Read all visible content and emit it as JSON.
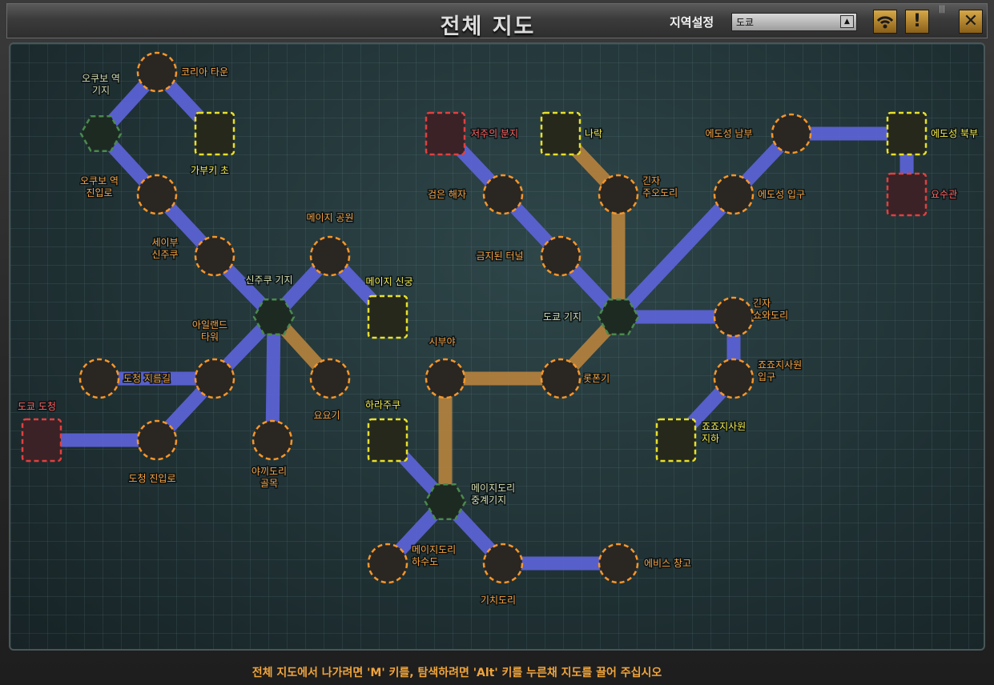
{
  "window": {
    "title": "전체 지도"
  },
  "region": {
    "label": "지역설정",
    "value": "도쿄"
  },
  "controls": {
    "signal": "signal-icon",
    "alert": "!",
    "close": "✕"
  },
  "footer": {
    "hint": "전체 지도에서 나가려면 'M' 키를, 탐색하려면 'Alt' 키를 누른채 지도를 끌어 주십시오"
  },
  "colors": {
    "orange_node": "#f5962a",
    "green_node": "#4a8a4e",
    "yellow_node": "#e8e02a",
    "red_node": "#e04040",
    "path_blue": "#5c63d8",
    "path_orange": "#b4823e"
  },
  "nodes": [
    {
      "id": "korea",
      "label": "코리아 타운",
      "type": "circle",
      "color": "orange"
    },
    {
      "id": "okubo_base",
      "label": "오쿠보 역\n기지",
      "type": "hex",
      "color": "green"
    },
    {
      "id": "kabuki",
      "label": "가부키 초",
      "type": "square",
      "color": "yellow"
    },
    {
      "id": "okubo_entry",
      "label": "오쿠보 역\n진입로",
      "type": "circle",
      "color": "orange"
    },
    {
      "id": "seibu",
      "label": "세이부\n신주쿠",
      "type": "circle",
      "color": "orange"
    },
    {
      "id": "meiji_park",
      "label": "메이지 공원",
      "type": "circle",
      "color": "orange"
    },
    {
      "id": "shinjuku_base",
      "label": "신주쿠 기지",
      "type": "hex",
      "color": "green"
    },
    {
      "id": "meiji_shrine",
      "label": "메이지 신궁",
      "type": "square",
      "color": "yellow"
    },
    {
      "id": "ireland",
      "label": "아일랜드\n타워",
      "type": "circle",
      "color": "orange"
    },
    {
      "id": "tocho_short",
      "label": "도청 지름길",
      "type": "circle",
      "color": "orange"
    },
    {
      "id": "yoyogi",
      "label": "요요기",
      "type": "circle",
      "color": "orange"
    },
    {
      "id": "tokyo_tocho",
      "label": "도쿄 도청",
      "type": "square",
      "color": "red"
    },
    {
      "id": "tocho_entry",
      "label": "도청 진입로",
      "type": "circle",
      "color": "orange"
    },
    {
      "id": "yakki",
      "label": "야끼도리\n골목",
      "type": "circle",
      "color": "orange"
    },
    {
      "id": "cursed",
      "label": "저주의 분지",
      "type": "square",
      "color": "red"
    },
    {
      "id": "naraku",
      "label": "나락",
      "type": "square",
      "color": "yellow"
    },
    {
      "id": "black_sea",
      "label": "검은 해자",
      "type": "circle",
      "color": "orange"
    },
    {
      "id": "ginza_chuo",
      "label": "긴자\n주오도리",
      "type": "circle",
      "color": "orange"
    },
    {
      "id": "edo_south",
      "label": "에도성 남부",
      "type": "circle",
      "color": "orange"
    },
    {
      "id": "edo_north",
      "label": "에도성 북부",
      "type": "square",
      "color": "yellow"
    },
    {
      "id": "edo_entry",
      "label": "에도성 입구",
      "type": "circle",
      "color": "orange"
    },
    {
      "id": "yosukan",
      "label": "요수관",
      "type": "square",
      "color": "red"
    },
    {
      "id": "forbidden",
      "label": "금지된 터널",
      "type": "circle",
      "color": "orange"
    },
    {
      "id": "tokyo_base",
      "label": "도쿄 기지",
      "type": "hex",
      "color": "green"
    },
    {
      "id": "ginza_showa",
      "label": "긴자\n쇼와도리",
      "type": "circle",
      "color": "orange"
    },
    {
      "id": "shibuya",
      "label": "시부야",
      "type": "circle",
      "color": "orange"
    },
    {
      "id": "roppongi",
      "label": "롯폰기",
      "type": "circle",
      "color": "orange"
    },
    {
      "id": "jojo_entry",
      "label": "죠죠지사원\n입구",
      "type": "circle",
      "color": "orange"
    },
    {
      "id": "harajuku",
      "label": "하라주쿠",
      "type": "square",
      "color": "yellow"
    },
    {
      "id": "jojo_under",
      "label": "죠죠지사원\n지하",
      "type": "square",
      "color": "yellow"
    },
    {
      "id": "meiji_relay",
      "label": "메이지도리\n중계기지",
      "type": "hex",
      "color": "green"
    },
    {
      "id": "meiji_sewer",
      "label": "메이지도리\n하수도",
      "type": "circle",
      "color": "orange"
    },
    {
      "id": "kichi",
      "label": "기치도리",
      "type": "circle",
      "color": "orange"
    },
    {
      "id": "ebisu",
      "label": "에비스 창고",
      "type": "circle",
      "color": "orange"
    }
  ],
  "links": [
    {
      "a": "korea",
      "b": "okubo_base",
      "kind": "blue"
    },
    {
      "a": "korea",
      "b": "kabuki",
      "kind": "blue"
    },
    {
      "a": "okubo_base",
      "b": "okubo_entry",
      "kind": "blue"
    },
    {
      "a": "okubo_entry",
      "b": "seibu",
      "kind": "blue"
    },
    {
      "a": "seibu",
      "b": "shinjuku_base",
      "kind": "blue"
    },
    {
      "a": "meiji_park",
      "b": "shinjuku_base",
      "kind": "blue"
    },
    {
      "a": "meiji_park",
      "b": "meiji_shrine",
      "kind": "blue"
    },
    {
      "a": "shinjuku_base",
      "b": "ireland",
      "kind": "blue"
    },
    {
      "a": "shinjuku_base",
      "b": "yoyogi",
      "kind": "orange"
    },
    {
      "a": "shinjuku_base",
      "b": "yakki",
      "kind": "blue"
    },
    {
      "a": "ireland",
      "b": "tocho_short",
      "kind": "blue"
    },
    {
      "a": "ireland",
      "b": "tocho_entry",
      "kind": "blue"
    },
    {
      "a": "tocho_entry",
      "b": "tokyo_tocho",
      "kind": "blue"
    },
    {
      "a": "cursed",
      "b": "black_sea",
      "kind": "blue"
    },
    {
      "a": "black_sea",
      "b": "forbidden",
      "kind": "blue"
    },
    {
      "a": "forbidden",
      "b": "tokyo_base",
      "kind": "blue"
    },
    {
      "a": "naraku",
      "b": "ginza_chuo",
      "kind": "orange"
    },
    {
      "a": "ginza_chuo",
      "b": "tokyo_base",
      "kind": "orange"
    },
    {
      "a": "edo_south",
      "b": "edo_north",
      "kind": "blue"
    },
    {
      "a": "edo_north",
      "b": "yosukan",
      "kind": "blue"
    },
    {
      "a": "edo_south",
      "b": "edo_entry",
      "kind": "blue"
    },
    {
      "a": "edo_entry",
      "b": "tokyo_base",
      "kind": "blue"
    },
    {
      "a": "tokyo_base",
      "b": "ginza_showa",
      "kind": "blue"
    },
    {
      "a": "tokyo_base",
      "b": "roppongi",
      "kind": "orange"
    },
    {
      "a": "ginza_showa",
      "b": "jojo_entry",
      "kind": "blue"
    },
    {
      "a": "jojo_entry",
      "b": "jojo_under",
      "kind": "blue"
    },
    {
      "a": "roppongi",
      "b": "shibuya",
      "kind": "orange"
    },
    {
      "a": "shibuya",
      "b": "meiji_relay",
      "kind": "orange"
    },
    {
      "a": "harajuku",
      "b": "meiji_relay",
      "kind": "blue"
    },
    {
      "a": "meiji_relay",
      "b": "meiji_sewer",
      "kind": "blue"
    },
    {
      "a": "meiji_relay",
      "b": "kichi",
      "kind": "blue"
    },
    {
      "a": "kichi",
      "b": "ebisu",
      "kind": "blue"
    }
  ]
}
